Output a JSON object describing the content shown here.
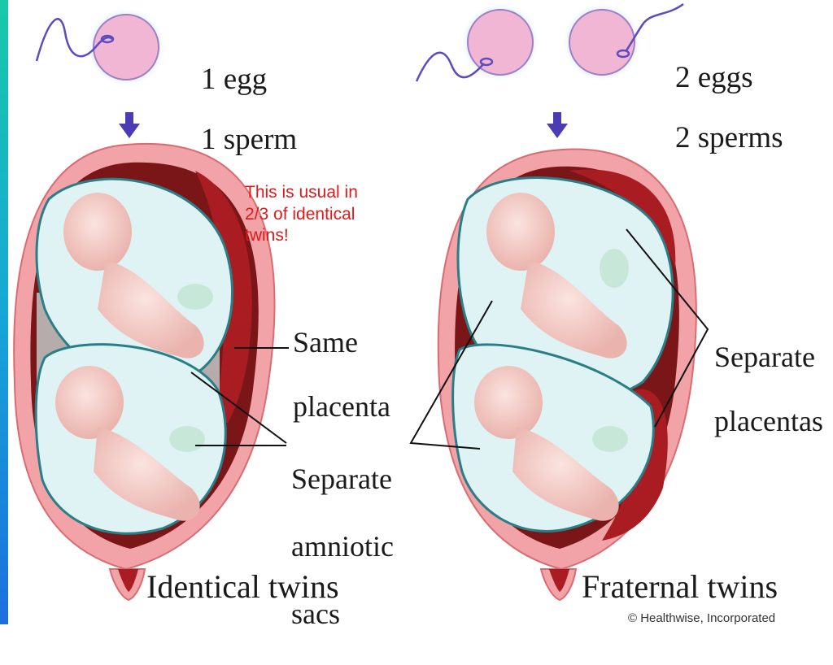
{
  "identical": {
    "fertilization_line1": "1 egg",
    "fertilization_line2": "1 sperm",
    "placenta_label_line1": "Same",
    "placenta_label_line2": "placenta",
    "sacs_label_line1": "Separate",
    "sacs_label_line2": "amniotic",
    "sacs_label_line3": "sacs",
    "title": "Identical twins"
  },
  "fraternal": {
    "fertilization_line1": "2 eggs",
    "fertilization_line2": "2 sperms",
    "placenta_label_line1": "Separate",
    "placenta_label_line2": "placentas",
    "title": "Fraternal twins"
  },
  "annotation": {
    "line1": "This is usual in",
    "line2": "2/3 of identical",
    "line3": "twins!"
  },
  "credit": "© Healthwise, Incorporated",
  "colors": {
    "uterus_wall": "#f1a3a7",
    "placenta": "#a81c22",
    "amniotic_fluid": "#dff3f4",
    "egg": "#f1b6d4",
    "arrow": "#4b3cb3",
    "annotation": "#e0191b"
  }
}
